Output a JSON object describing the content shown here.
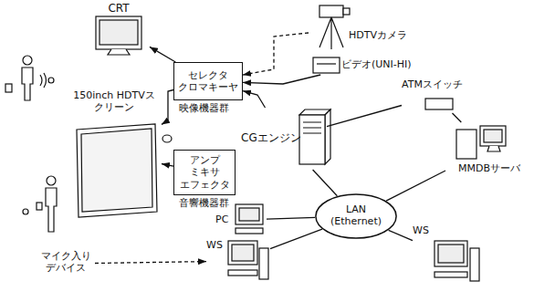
{
  "diagram": {
    "nodes": [
      {
        "text": [
          "CRT"
        ]
      },
      {
        "text": [
          "HDTVカメラ"
        ]
      },
      {
        "text": [
          "セレクタ",
          "クロマキーヤ"
        ]
      },
      {
        "text": [
          "ビデオ(UNI-HI)"
        ]
      },
      {
        "text": [
          "150inch HDTVスクリーン"
        ]
      },
      {
        "text": [
          "CGエンジン"
        ]
      },
      {
        "text": [
          "ATMスイッチ"
        ]
      },
      {
        "text": [
          "アンプ",
          "ミキサ",
          "エフェクタ"
        ]
      },
      {
        "text": [
          "MMDBサーバ"
        ]
      },
      {
        "text": [
          "PC"
        ]
      },
      {
        "text": [
          "LAN (Ethernet)"
        ]
      },
      {
        "text": [
          "WS"
        ]
      },
      {
        "text": [
          "WS"
        ]
      },
      {
        "text": [
          "マイク入りデバイス"
        ]
      }
    ],
    "edges": [
      {
        "from": 2,
        "to": 0,
        "arrow": "to"
      },
      {
        "from": 2,
        "to": 4,
        "arrow": "to"
      },
      {
        "from": 1,
        "to": 2,
        "arrow": "to"
      },
      {
        "from": 3,
        "to": 2,
        "arrow": "to"
      },
      {
        "from": 5,
        "to": 2,
        "arrow": "to"
      },
      {
        "from": 7,
        "to": 4,
        "arrow": "to"
      },
      {
        "from": 13,
        "to": 11,
        "arrow": "to"
      },
      {
        "from": 10,
        "to": 5,
        "arrow": "none"
      },
      {
        "from": 10,
        "to": 9,
        "arrow": "none"
      },
      {
        "from": 10,
        "to": 11,
        "arrow": "none"
      },
      {
        "from": 10,
        "to": 12,
        "arrow": "none"
      },
      {
        "from": 10,
        "to": 8,
        "arrow": "none"
      },
      {
        "from": 5,
        "to": 6,
        "arrow": "none"
      },
      {
        "from": 6,
        "to": 8,
        "arrow": "none"
      }
    ],
    "labels": [
      "映像機器群",
      "音響機器群"
    ]
  }
}
